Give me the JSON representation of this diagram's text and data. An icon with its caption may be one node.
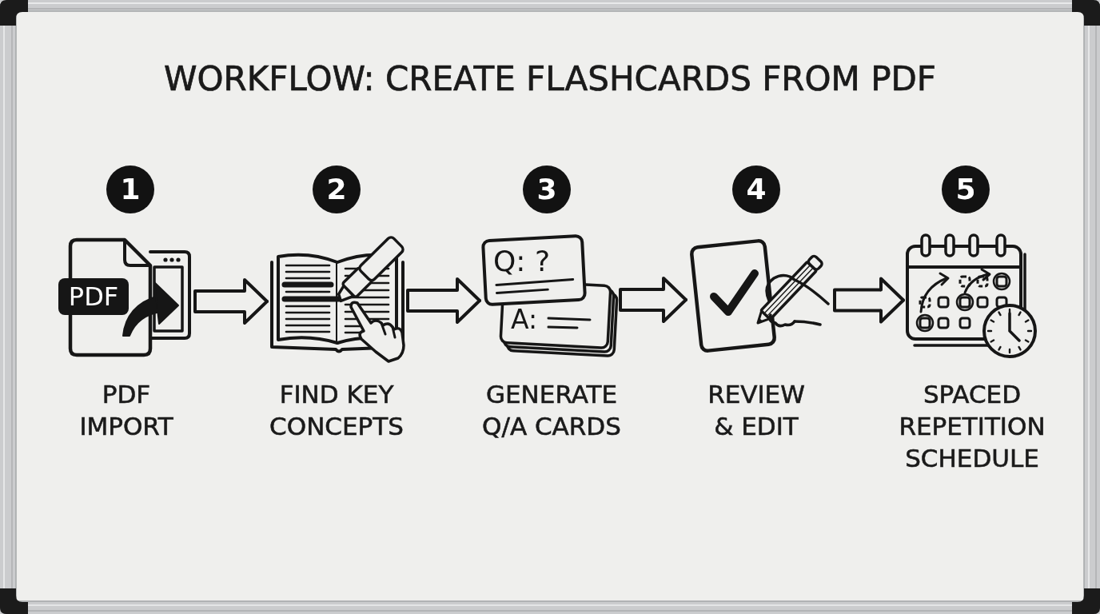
{
  "diagram": {
    "title": "WORKFLOW: CREATE FLASHCARDS FROM PDF",
    "nodes": [
      {
        "text": [
          "1"
        ]
      },
      {
        "text": [
          "2"
        ]
      },
      {
        "text": [
          "3"
        ]
      },
      {
        "text": [
          "4"
        ]
      },
      {
        "text": [
          "5"
        ]
      },
      {
        "text": [
          "PDF"
        ],
        "beside": [
          "PDF IMPORT"
        ]
      },
      {
        "text": [],
        "shape": "picture",
        "beside": [
          "FIND KEY CONCEPTS"
        ]
      },
      {
        "text": [
          "Q: ?",
          "A:"
        ],
        "beside": [
          "GENERATE Q/A CARDS"
        ]
      },
      {
        "text": [],
        "shape": "picture",
        "beside": [
          "REVIEW & EDIT"
        ]
      },
      {
        "text": [],
        "shape": "picture",
        "beside": [
          "SPACED REPETITION SCHEDULE"
        ]
      }
    ],
    "edges": [
      {
        "from": 5,
        "to": 6,
        "arrow": "to"
      },
      {
        "from": 6,
        "to": 7,
        "arrow": "to"
      },
      {
        "from": 7,
        "to": 8,
        "arrow": "to"
      },
      {
        "from": 8,
        "to": 9,
        "arrow": "to"
      }
    ]
  }
}
